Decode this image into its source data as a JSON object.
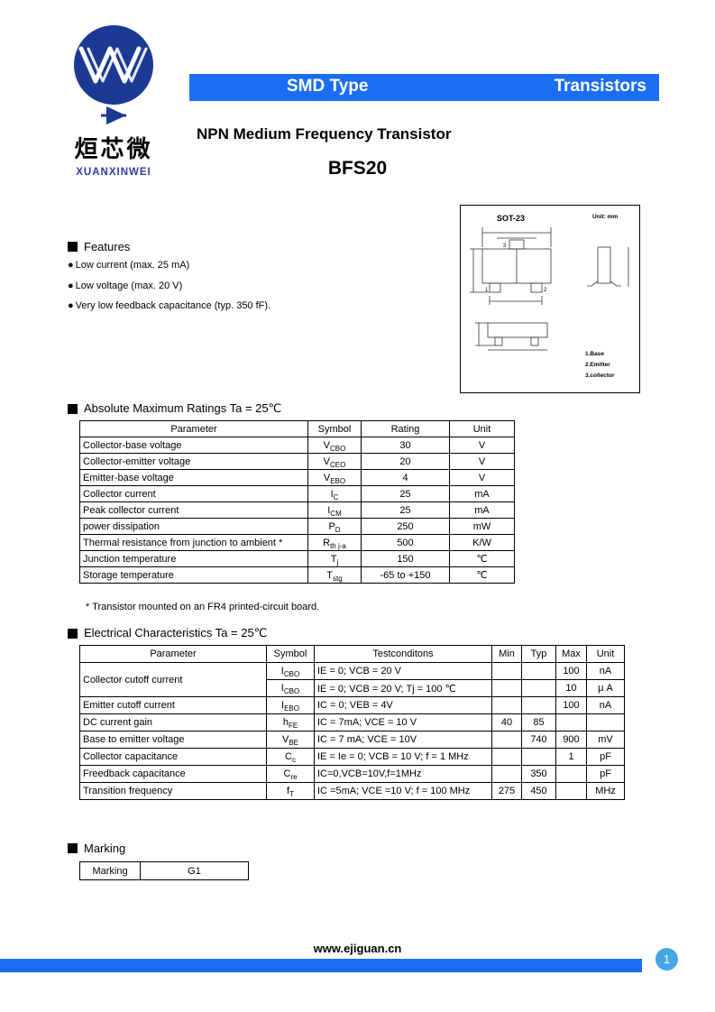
{
  "colors": {
    "banner_blue": "#1b6ef3",
    "logo_navy": "#1a3a94",
    "page_badge_blue": "#45a6e6",
    "logo_text_blue": "#2b3f9e"
  },
  "icons": {
    "bullet": "●"
  },
  "logo": {
    "chinese": "烜芯微",
    "english": "XUANXINWEI"
  },
  "banner": {
    "left": "SMD Type",
    "right": "Transistors"
  },
  "title": "NPN Medium Frequency Transistor",
  "part_number": "BFS20",
  "features": {
    "heading": "Features",
    "items": [
      "Low current (max. 25 mA)",
      "Low voltage (max. 20 V)",
      "Very low feedback capacitance (typ. 350 fF)."
    ]
  },
  "package": {
    "name": "SOT-23",
    "unit": "Unit: mm",
    "pin1": "1",
    "pin2": "2",
    "pin3": "3",
    "pins": [
      "1.Base",
      "2.Emitter",
      "3.collector"
    ]
  },
  "abs_max": {
    "heading": "Absolute Maximum Ratings Ta = 25℃",
    "headers": [
      "Parameter",
      "Symbol",
      "Rating",
      "Unit"
    ],
    "rows": [
      {
        "param": "Collector-base voltage",
        "sym": "V",
        "sub": "CBO",
        "rating": "30",
        "unit": "V"
      },
      {
        "param": "Collector-emitter voltage",
        "sym": "V",
        "sub": "CEO",
        "rating": "20",
        "unit": "V"
      },
      {
        "param": "Emitter-base voltage",
        "sym": "V",
        "sub": "EBO",
        "rating": "4",
        "unit": "V"
      },
      {
        "param": "Collector current",
        "sym": "I",
        "sub": "C",
        "rating": "25",
        "unit": "mA"
      },
      {
        "param": "Peak collector current",
        "sym": "I",
        "sub": "CM",
        "rating": "25",
        "unit": "mA"
      },
      {
        "param": "power dissipation",
        "sym": "P",
        "sub": "D",
        "rating": "250",
        "unit": "mW"
      },
      {
        "param": "Thermal resistance from junction to ambient *",
        "sym": "R",
        "sub": "th j-a",
        "rating": "500",
        "unit": "K/W"
      },
      {
        "param": "Junction temperature",
        "sym": "T",
        "sub": "j",
        "rating": "150",
        "unit": "℃"
      },
      {
        "param": "Storage temperature",
        "sym": "T",
        "sub": "stg",
        "rating": "-65 to +150",
        "unit": "℃"
      }
    ],
    "footnote": "* Transistor mounted on an FR4 printed-circuit board."
  },
  "elec": {
    "heading": "Electrical Characteristics Ta = 25℃",
    "headers": [
      "Parameter",
      "Symbol",
      "Testconditons",
      "Min",
      "Typ",
      "Max",
      "Unit"
    ],
    "rows": [
      {
        "param": "Collector cutoff current",
        "sym": "I",
        "sub": "CBO",
        "cond": "IE = 0; VCB = 20 V",
        "min": "",
        "typ": "",
        "max": "100",
        "unit": "nA"
      },
      {
        "param": "",
        "sym": "I",
        "sub": "CBO",
        "cond": "IE = 0; VCB = 20 V; Tj = 100 ℃",
        "min": "",
        "typ": "",
        "max": "10",
        "unit": "μ A"
      },
      {
        "param": "Emitter cutoff current",
        "sym": "I",
        "sub": "EBO",
        "cond": "IC = 0; VEB = 4V",
        "min": "",
        "typ": "",
        "max": "100",
        "unit": "nA"
      },
      {
        "param": "DC current gain",
        "sym": "h",
        "sub": "FE",
        "cond": "IC = 7mA; VCE = 10 V",
        "min": "40",
        "typ": "85",
        "max": "",
        "unit": ""
      },
      {
        "param": "Base to emitter voltage",
        "sym": "V",
        "sub": "BE",
        "cond": "IC = 7 mA; VCE = 10V",
        "min": "",
        "typ": "740",
        "max": "900",
        "unit": "mV"
      },
      {
        "param": "Collector capacitance",
        "sym": "C",
        "sub": "c",
        "cond": "IE = Ie = 0; VCB = 10 V; f = 1 MHz",
        "min": "",
        "typ": "",
        "max": "1",
        "unit": "pF"
      },
      {
        "param": "Freedback capacitance",
        "sym": "C",
        "sub": "re",
        "cond": "IC=0,VCB=10V,f=1MHz",
        "min": "",
        "typ": "350",
        "max": "",
        "unit": "pF"
      },
      {
        "param": "Transition frequency",
        "sym": "f",
        "sub": "T",
        "cond": "IC =5mA; VCE =10 V; f = 100 MHz",
        "min": "275",
        "typ": "450",
        "max": "",
        "unit": "MHz"
      }
    ]
  },
  "marking": {
    "heading": "Marking",
    "label": "Marking",
    "value": "G1"
  },
  "footer": {
    "url": "www.ejiguan.cn",
    "page_number": "1"
  }
}
